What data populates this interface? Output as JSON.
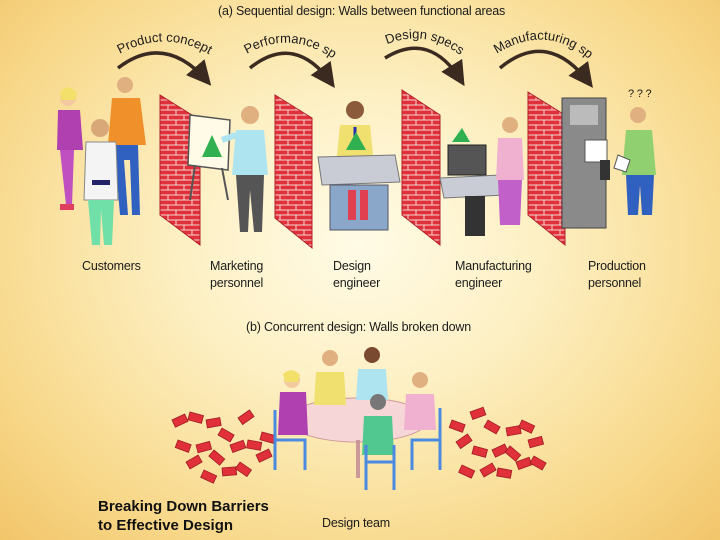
{
  "part_a": {
    "title": "(a)  Sequential design: Walls between functional areas",
    "flows": [
      "Product concept",
      "Performance specs",
      "Design specs",
      "Manufacturing specs"
    ],
    "roles": [
      {
        "line1": "Customers",
        "line2": ""
      },
      {
        "line1": "Marketing",
        "line2": "personnel"
      },
      {
        "line1": "Design",
        "line2": "engineer"
      },
      {
        "line1": "Manufacturing",
        "line2": "engineer"
      },
      {
        "line1": "Production",
        "line2": "personnel"
      }
    ],
    "question_marks": "? ? ?"
  },
  "part_b": {
    "title": "(b)  Concurrent design: Walls broken down",
    "team_label": "Design team"
  },
  "caption": {
    "line1": "Breaking Down Barriers",
    "line2": "to Effective Design"
  },
  "colors": {
    "brick": "#e0303a",
    "mortar": "#f6d4d0",
    "arrow": "#3a2a20"
  }
}
